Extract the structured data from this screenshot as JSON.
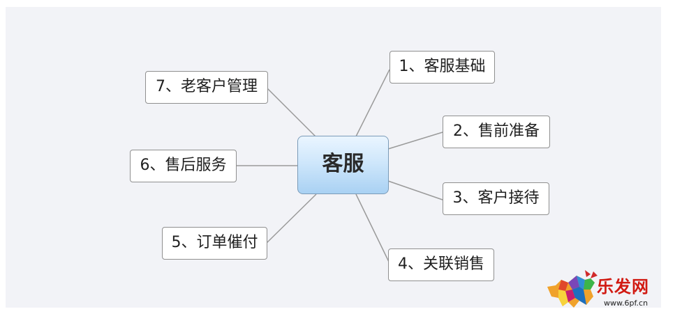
{
  "diagram": {
    "center": "客服",
    "branches": [
      {
        "id": "n1",
        "label": "1、客服基础"
      },
      {
        "id": "n2",
        "label": "2、售前准备"
      },
      {
        "id": "n3",
        "label": "3、客户接待"
      },
      {
        "id": "n4",
        "label": "4、关联销售"
      },
      {
        "id": "n5",
        "label": "5、订单催付"
      },
      {
        "id": "n6",
        "label": "6、售后服务"
      },
      {
        "id": "n7",
        "label": "7、老客户管理"
      }
    ]
  },
  "watermark": {
    "logo_text": "乐发网",
    "url": "www.6pf.cn"
  },
  "colors": {
    "background": "#f2f3f7",
    "center_fill_top": "#eaf5ff",
    "center_fill_bottom": "#a9d1f3",
    "node_border": "#8f8f8f",
    "connector": "#9a9a9a",
    "logo_red": "#d11a12"
  }
}
